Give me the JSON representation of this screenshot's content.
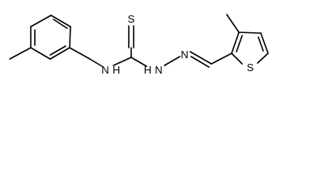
{
  "molecule": {
    "colors": {
      "bond": "#000000",
      "label": "#000000",
      "background": "#ffffff"
    },
    "atom_labels": {
      "thione_S": "S",
      "amine_NH": "N",
      "amine_H": "H",
      "hydrazine_NH": "N",
      "hydrazine_H": "H",
      "imine_N": "N",
      "thiophene_S": "S"
    }
  }
}
